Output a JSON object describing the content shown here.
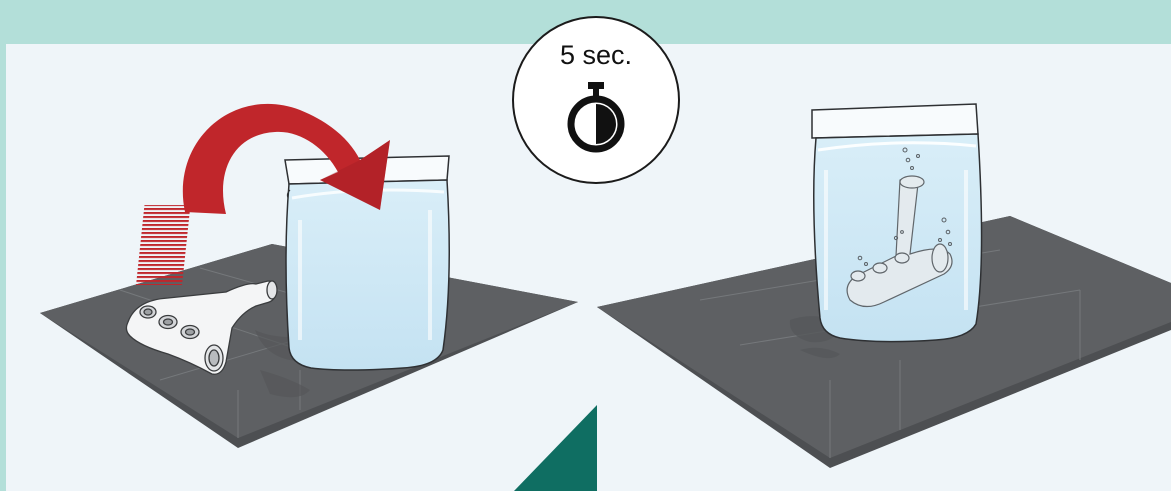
{
  "timer": {
    "label": "5 sec.",
    "icon": "stopwatch-icon"
  },
  "colors": {
    "background": "#b3dfd9",
    "panel": "#eff5f9",
    "arrow": "#c0262b",
    "mat": "#5e6063",
    "accent_triangle": "#0f6e62"
  },
  "steps": [
    {
      "name": "move-attachment-into-water",
      "icons": [
        "curved-arrow-icon",
        "nozzle-attachment-icon",
        "water-container-icon",
        "mat-icon"
      ]
    },
    {
      "name": "attachment-submerged",
      "icons": [
        "water-container-icon",
        "submerged-attachment-icon",
        "bubbles-icon",
        "mat-icon"
      ]
    }
  ]
}
